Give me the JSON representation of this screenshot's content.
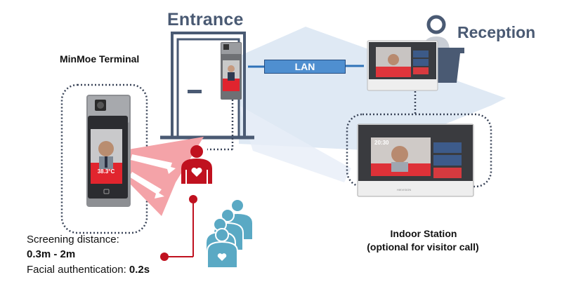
{
  "labels": {
    "entrance": "Entrance",
    "reception": "Reception",
    "terminal": "MinMoe Terminal",
    "lan": "LAN",
    "screening_label": "Screening distance:",
    "screening_value": "0.3m - 2m",
    "facial_label": "Facial authentication: ",
    "facial_value": "0.2s",
    "indoor_title": "Indoor Station",
    "indoor_subtitle": "(optional for visitor call)"
  },
  "devices": {
    "terminal_temperature": "38.3°C",
    "indoor_time": "20:30",
    "brand_mark": "HIKVISION"
  },
  "colors": {
    "title": "#4a5a73",
    "door": "#4a5a73",
    "lan_fill": "#4f8fd0",
    "light_blue_zone": "#dbe7f3",
    "alert_red": "#c0111f",
    "scan_pink": "#f29a9f",
    "queue_blue": "#5aa9c4"
  }
}
